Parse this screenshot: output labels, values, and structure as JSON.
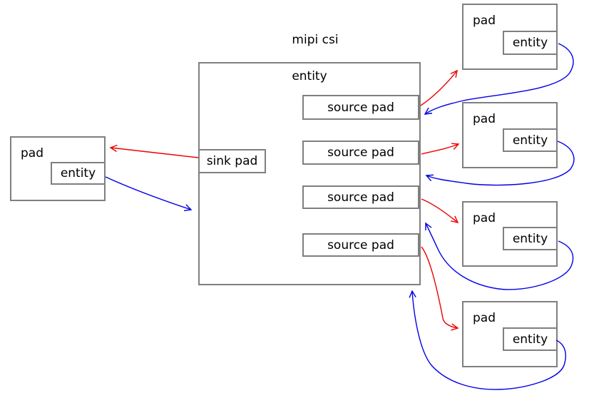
{
  "title": "mipi csi",
  "colors": {
    "border": "#7f7f7f",
    "text": "#000000",
    "red_arrow": "#ee0000",
    "blue_arrow": "#0000e6",
    "background": "#ffffff"
  },
  "main_entity": {
    "label": "entity",
    "sink_pad": {
      "label": "sink pad"
    },
    "source_pads": [
      {
        "label": "source pad"
      },
      {
        "label": "source pad"
      },
      {
        "label": "source pad"
      },
      {
        "label": "source pad"
      }
    ]
  },
  "left_device": {
    "pad_label": "pad",
    "entity_label": "entity"
  },
  "right_devices": [
    {
      "pad_label": "pad",
      "entity_label": "entity"
    },
    {
      "pad_label": "pad",
      "entity_label": "entity"
    },
    {
      "pad_label": "pad",
      "entity_label": "entity"
    },
    {
      "pad_label": "pad",
      "entity_label": "entity"
    }
  ],
  "links": [
    {
      "color": "red",
      "from": "mipi csi sink pad",
      "to": "left pad"
    },
    {
      "color": "blue",
      "from": "left entity",
      "to": "mipi csi entity"
    },
    {
      "color": "red",
      "from": "source pad 1",
      "to": "right pad 1"
    },
    {
      "color": "blue",
      "from": "right entity 1",
      "to": "source pad 1"
    },
    {
      "color": "red",
      "from": "source pad 2",
      "to": "right pad 2"
    },
    {
      "color": "blue",
      "from": "right entity 2",
      "to": "source pad 2"
    },
    {
      "color": "red",
      "from": "source pad 3",
      "to": "right pad 3"
    },
    {
      "color": "blue",
      "from": "right entity 3",
      "to": "source pad 3"
    },
    {
      "color": "red",
      "from": "source pad 4",
      "to": "right pad 4"
    },
    {
      "color": "blue",
      "from": "right entity 4",
      "to": "mipi csi entity"
    }
  ]
}
